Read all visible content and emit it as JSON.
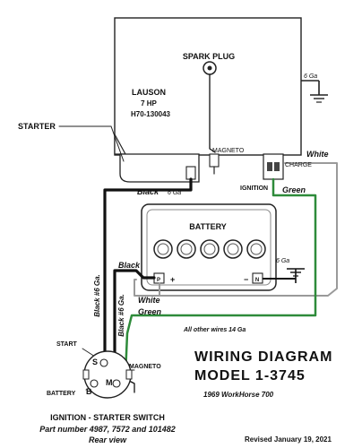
{
  "engine": {
    "make": "LAUSON",
    "hp": "7 HP",
    "model": "H70-130043",
    "spark_plug": "SPARK PLUG",
    "magneto": "MAGNETO",
    "charge": "CHARGE",
    "ignition": "IGNITION",
    "ground_gauge": "6 Ga"
  },
  "starter": {
    "label": "STARTER"
  },
  "battery": {
    "label": "BATTERY",
    "cells": 5,
    "pos_terminal": "P",
    "plus": "+",
    "neg_terminal": "N",
    "minus": "−",
    "ground_gauge": "6 Ga"
  },
  "wires": {
    "black_6ga_top": "Black",
    "black_6ga_top_gauge": "6 Ga",
    "black_6ga_vert1": "Black #6 Ga.",
    "black_6ga_vert2": "Black #6 Ga.",
    "black_battery": "Black",
    "white_top": "White",
    "white_bottom": "White",
    "green_top": "Green",
    "green_bottom": "Green",
    "note": "All other wires 14 Ga"
  },
  "switch": {
    "start": "START",
    "s": "S",
    "b": "B",
    "m": "M",
    "battery": "BATTERY",
    "magneto": "MAGNETO",
    "title": "IGNITION - STARTER SWITCH",
    "parts": "Part number 4987, 7572 and 101482",
    "view": "Rear view"
  },
  "title": {
    "line1": "WIRING DIAGRAM",
    "line2": "MODEL 1-3745",
    "subtitle": "1969 WorkHorse 700",
    "revised": "Revised January 19, 2021"
  },
  "colors": {
    "black_wire": "#111111",
    "white_wire": "#9a9a9a",
    "green_wire": "#2e8b3a",
    "outline": "#222222"
  }
}
